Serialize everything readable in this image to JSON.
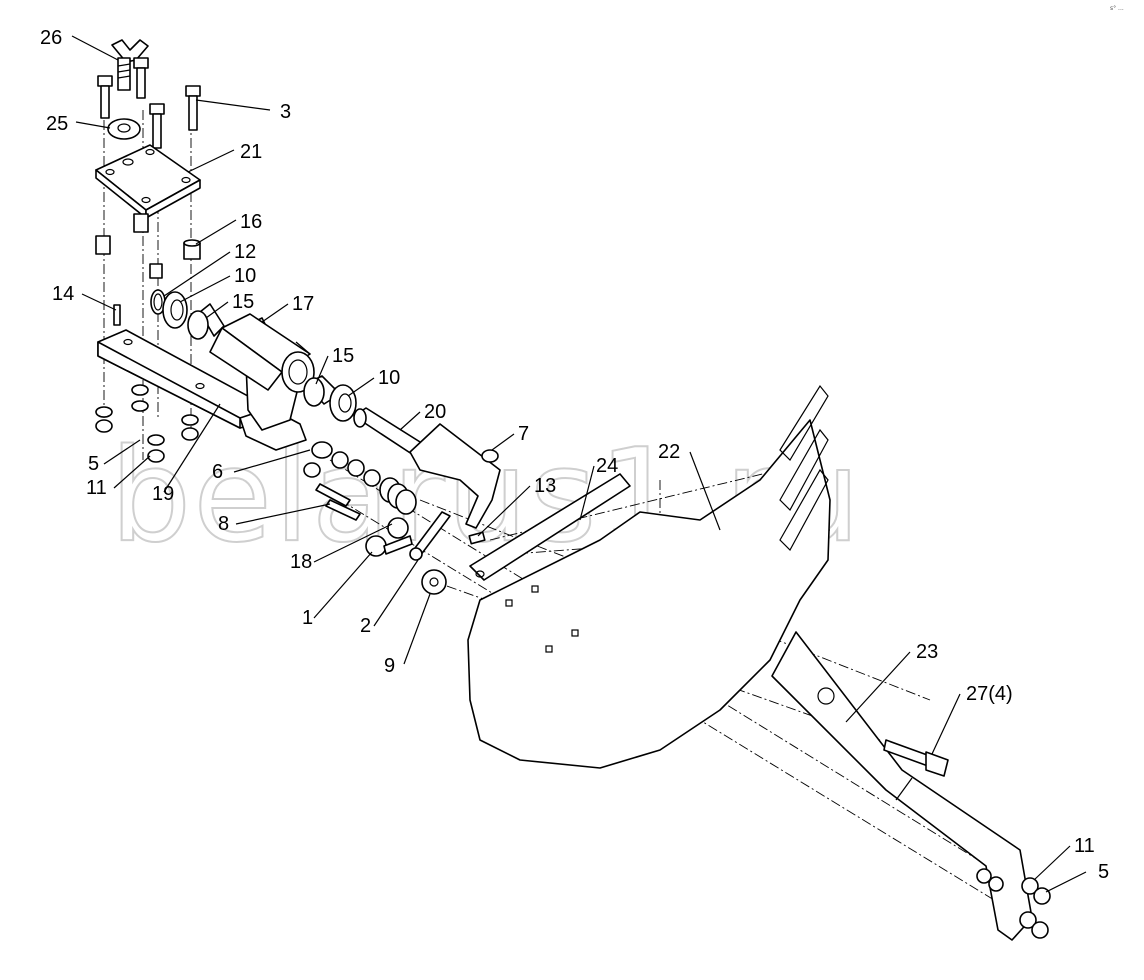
{
  "watermark": "belarus1.ru",
  "corner_mark": "s° ...",
  "callouts": [
    {
      "id": "c26",
      "text": "26"
    },
    {
      "id": "c25",
      "text": "25"
    },
    {
      "id": "c3",
      "text": "3"
    },
    {
      "id": "c21",
      "text": "21"
    },
    {
      "id": "c16",
      "text": "16"
    },
    {
      "id": "c12",
      "text": "12"
    },
    {
      "id": "c10a",
      "text": "10"
    },
    {
      "id": "c15a",
      "text": "15"
    },
    {
      "id": "c17",
      "text": "17"
    },
    {
      "id": "c14",
      "text": "14"
    },
    {
      "id": "c15b",
      "text": "15"
    },
    {
      "id": "c10b",
      "text": "10"
    },
    {
      "id": "c20",
      "text": "20"
    },
    {
      "id": "c7",
      "text": "7"
    },
    {
      "id": "c22",
      "text": "22"
    },
    {
      "id": "c24",
      "text": "24"
    },
    {
      "id": "c13",
      "text": "13"
    },
    {
      "id": "c5a",
      "text": "5"
    },
    {
      "id": "c6",
      "text": "6"
    },
    {
      "id": "c11a",
      "text": "11"
    },
    {
      "id": "c19",
      "text": "19"
    },
    {
      "id": "c8",
      "text": "8"
    },
    {
      "id": "c18",
      "text": "18"
    },
    {
      "id": "c1",
      "text": "1"
    },
    {
      "id": "c2",
      "text": "2"
    },
    {
      "id": "c9",
      "text": "9"
    },
    {
      "id": "c23",
      "text": "23"
    },
    {
      "id": "c27",
      "text": "27(4)"
    },
    {
      "id": "c11b",
      "text": "11"
    },
    {
      "id": "c5b",
      "text": "5"
    }
  ]
}
